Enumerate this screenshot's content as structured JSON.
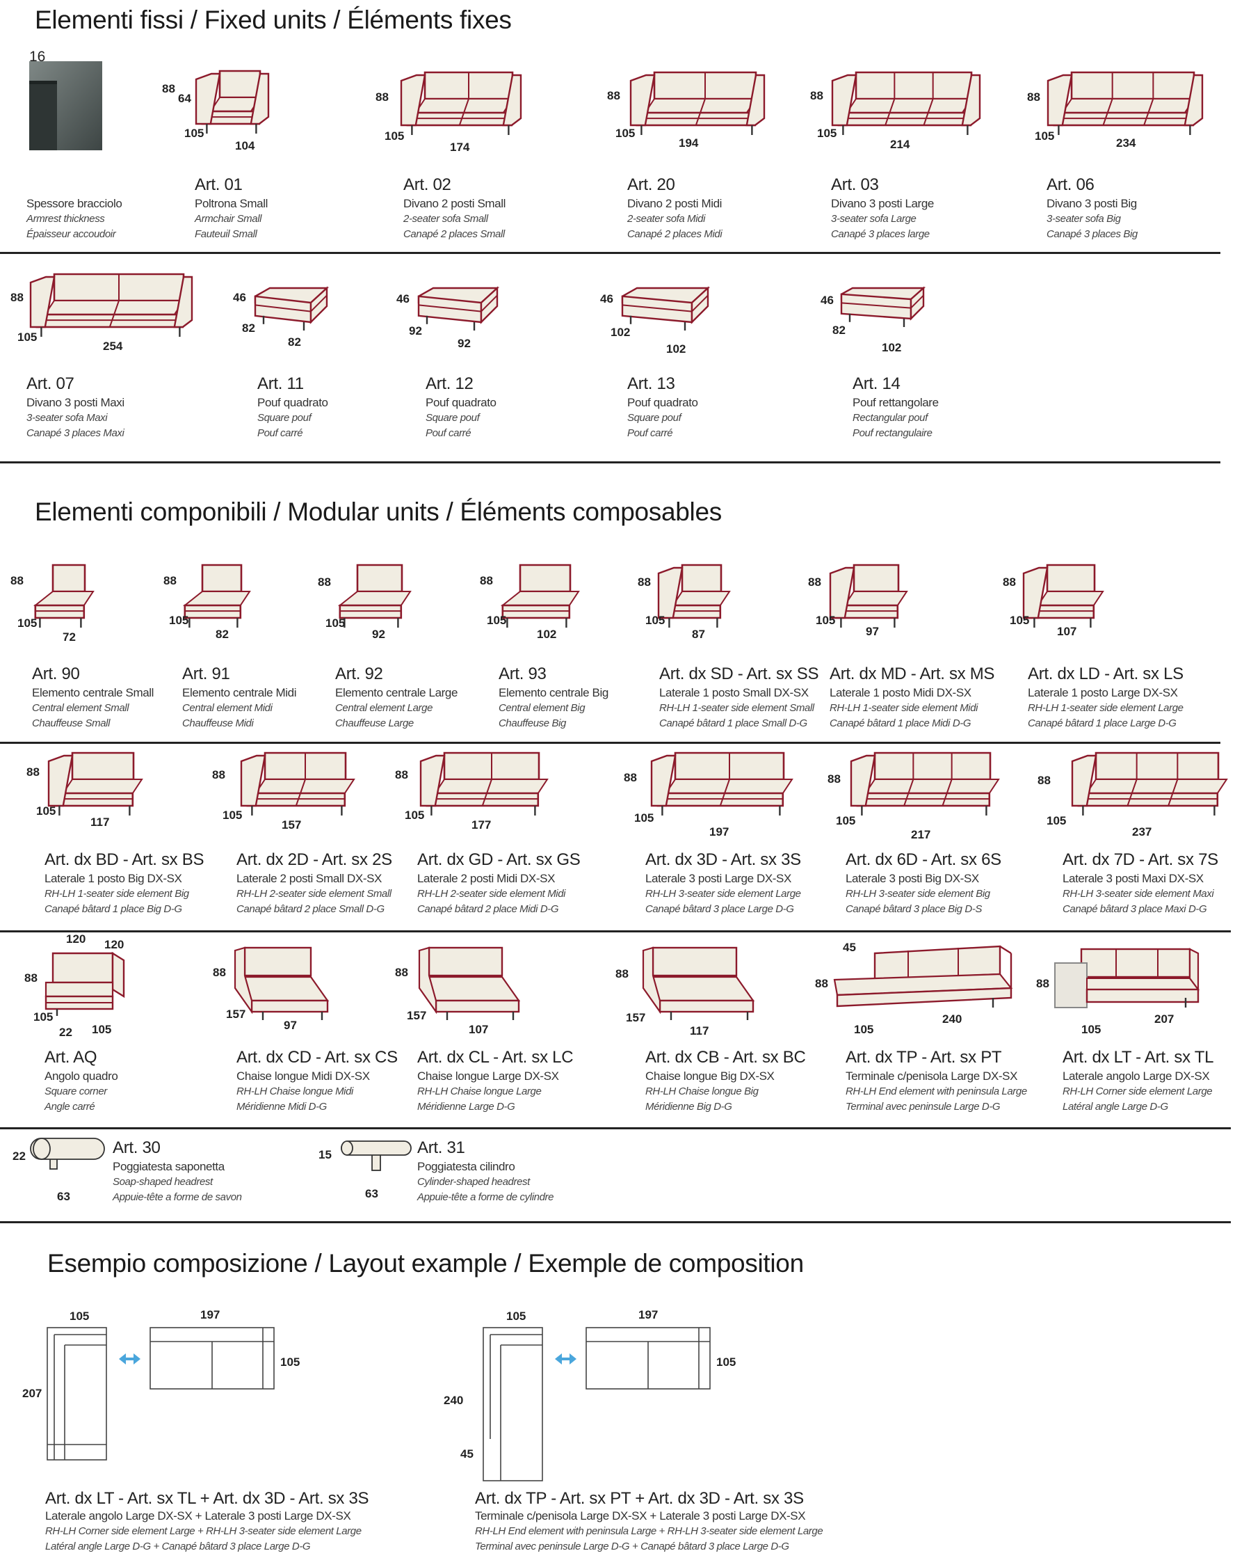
{
  "sections": {
    "fixed_title": "Elementi fissi / Fixed units / Éléments fixes",
    "modular_title": "Elementi componibili / Modular units / Éléments composables",
    "layout_title": "Esempio composizione / Layout example / Exemple de composition"
  },
  "armrest": {
    "dim": "16",
    "it": "Spessore bracciolo",
    "en": "Armrest thickness",
    "fr": "Épaisseur accoudoir"
  },
  "fixed_row1": [
    {
      "art": "Art. 01",
      "it": "Poltrona Small",
      "en": "Armchair Small",
      "fr": "Fauteuil Small",
      "h": "88",
      "h2": "64",
      "d": "105",
      "w": "104"
    },
    {
      "art": "Art. 02",
      "it": "Divano 2 posti Small",
      "en": "2-seater sofa Small",
      "fr": "Canapé 2 places Small",
      "h": "88",
      "d": "105",
      "w": "174"
    },
    {
      "art": "Art. 20",
      "it": "Divano 2 posti Midi",
      "en": "2-seater sofa Midi",
      "fr": "Canapé 2 places Midi",
      "h": "88",
      "d": "105",
      "w": "194"
    },
    {
      "art": "Art. 03",
      "it": "Divano 3 posti Large",
      "en": "3-seater sofa Large",
      "fr": "Canapé 3 places large",
      "h": "88",
      "d": "105",
      "w": "214"
    },
    {
      "art": "Art. 06",
      "it": "Divano 3 posti Big",
      "en": "3-seater sofa Big",
      "fr": "Canapé 3 places Big",
      "h": "88",
      "d": "105",
      "w": "234"
    }
  ],
  "fixed_row2": [
    {
      "art": "Art. 07",
      "it": "Divano 3 posti Maxi",
      "en": "3-seater sofa Maxi",
      "fr": "Canapé 3 places Maxi",
      "h": "88",
      "d": "105",
      "w": "254"
    },
    {
      "art": "Art. 11",
      "it": "Pouf quadrato",
      "en": "Square pouf",
      "fr": "Pouf carré",
      "h": "46",
      "d": "82",
      "w": "82"
    },
    {
      "art": "Art. 12",
      "it": "Pouf quadrato",
      "en": "Square pouf",
      "fr": "Pouf carré",
      "h": "46",
      "d": "92",
      "w": "92"
    },
    {
      "art": "Art. 13",
      "it": "Pouf quadrato",
      "en": "Square pouf",
      "fr": "Pouf carré",
      "h": "46",
      "d": "102",
      "w": "102"
    },
    {
      "art": "Art. 14",
      "it": "Pouf rettangolare",
      "en": "Rectangular pouf",
      "fr": "Pouf rectangulaire",
      "h": "46",
      "d": "82",
      "w": "102"
    }
  ],
  "mod_row1": [
    {
      "art": "Art. 90",
      "it": "Elemento centrale Small",
      "en": "Central element Small",
      "fr": "Chauffeuse Small",
      "h": "88",
      "d": "105",
      "w": "72"
    },
    {
      "art": "Art. 91",
      "it": "Elemento centrale Midi",
      "en": "Central element Midi",
      "fr": "Chauffeuse Midi",
      "h": "88",
      "d": "105",
      "w": "82"
    },
    {
      "art": "Art. 92",
      "it": "Elemento centrale Large",
      "en": "Central element Large",
      "fr": "Chauffeuse Large",
      "h": "88",
      "d": "105",
      "w": "92"
    },
    {
      "art": "Art. 93",
      "it": "Elemento centrale Big",
      "en": "Central element Big",
      "fr": "Chauffeuse Big",
      "h": "88",
      "d": "105",
      "w": "102"
    },
    {
      "art": "Art. dx SD - Art. sx SS",
      "it": "Laterale 1 posto Small DX-SX",
      "en": "RH-LH 1-seater side element Small",
      "fr": "Canapé bâtard 1 place Small D-G",
      "h": "88",
      "d": "105",
      "w": "87"
    },
    {
      "art": "Art. dx MD - Art. sx MS",
      "it": "Laterale 1 posto Midi DX-SX",
      "en": "RH-LH 1-seater side element Midi",
      "fr": "Canapé bâtard 1 place Midi D-G",
      "h": "88",
      "d": "105",
      "w": "97"
    },
    {
      "art": "Art. dx LD - Art. sx LS",
      "it": "Laterale 1 posto Large DX-SX",
      "en": "RH-LH 1-seater side element Large",
      "fr": "Canapé bâtard 1 place Large D-G",
      "h": "88",
      "d": "105",
      "w": "107"
    }
  ],
  "mod_row2": [
    {
      "art": "Art. dx BD - Art. sx BS",
      "it": "Laterale 1 posto Big DX-SX",
      "en": "RH-LH 1-seater side element Big",
      "fr": "Canapé bâtard 1 place Big D-G",
      "h": "88",
      "d": "105",
      "w": "117"
    },
    {
      "art": "Art. dx 2D - Art. sx 2S",
      "it": "Laterale 2 posti Small DX-SX",
      "en": "RH-LH 2-seater side element Small",
      "fr": "Canapé bâtard 2 place Small D-G",
      "h": "88",
      "d": "105",
      "w": "157"
    },
    {
      "art": "Art. dx GD - Art. sx GS",
      "it": "Laterale 2 posti Midi DX-SX",
      "en": "RH-LH 2-seater side element Midi",
      "fr": "Canapé bâtard 2 place Midi D-G",
      "h": "88",
      "d": "105",
      "w": "177"
    },
    {
      "art": "Art. dx 3D - Art. sx 3S",
      "it": "Laterale 3 posti Large DX-SX",
      "en": "RH-LH 3-seater side element Large",
      "fr": "Canapé bâtard 3 place Large D-G",
      "h": "88",
      "d": "105",
      "w": "197"
    },
    {
      "art": "Art. dx 6D - Art. sx 6S",
      "it": "Laterale 3 posti Big DX-SX",
      "en": "RH-LH 3-seater side element Big",
      "fr": "Canapé bâtard 3 place Big D-S",
      "h": "88",
      "d": "105",
      "w": "217"
    },
    {
      "art": "Art. dx 7D - Art. sx 7S",
      "it": "Laterale 3 posti Maxi DX-SX",
      "en": "RH-LH 3-seater side element Maxi",
      "fr": "Canapé bâtard 3 place Maxi D-G",
      "h": "88",
      "d": "105",
      "w": "237"
    }
  ],
  "mod_row3": [
    {
      "art": "Art. AQ",
      "it": "Angolo quadro",
      "en": "Square corner",
      "fr": "Angle carré",
      "h": "88",
      "d": "105",
      "w": "105",
      "w2": "120",
      "w3": "120",
      "w4": "22"
    },
    {
      "art": "Art. dx CD - Art. sx CS",
      "it": "Chaise longue Midi DX-SX",
      "en": "RH-LH Chaise longue Midi",
      "fr": "Méridienne Midi D-G",
      "h": "88",
      "d": "157",
      "w": "97"
    },
    {
      "art": "Art. dx CL - Art. sx LC",
      "it": "Chaise longue Large DX-SX",
      "en": "RH-LH Chaise longue Large",
      "fr": "Méridienne Large D-G",
      "h": "88",
      "d": "157",
      "w": "107"
    },
    {
      "art": "Art. dx CB - Art. sx BC",
      "it": "Chaise longue Big DX-SX",
      "en": "RH-LH Chaise longue Big",
      "fr": "Méridienne Big D-G",
      "h": "88",
      "d": "157",
      "w": "117"
    },
    {
      "art": "Art. dx TP - Art. sx PT",
      "it": "Terminale c/penisola Large DX-SX",
      "en": "RH-LH End element with peninsula Large",
      "fr": "Terminal avec peninsule Large D-G",
      "h": "88",
      "d": "105",
      "w": "240",
      "w2": "45"
    },
    {
      "art": "Art. dx LT - Art. sx TL",
      "it": "Laterale angolo Large DX-SX",
      "en": "RH-LH Corner side element Large",
      "fr": "Latéral angle Large D-G",
      "h": "88",
      "d": "105",
      "w": "207"
    }
  ],
  "headrests": [
    {
      "art": "Art. 30",
      "it": "Poggiatesta saponetta",
      "en": "Soap-shaped headrest",
      "fr": "Appuie-tête a forme de savon",
      "h": "22",
      "w": "63"
    },
    {
      "art": "Art. 31",
      "it": "Poggiatesta cilindro",
      "en": "Cylinder-shaped headrest",
      "fr": "Appuie-tête a forme de cylindre",
      "h": "15",
      "w": "63"
    }
  ],
  "layouts": [
    {
      "d1": "105",
      "d2": "197",
      "d3": "105",
      "d4": "207",
      "art": "Art. dx LT - Art. sx TL + Art. dx 3D - Art. sx 3S",
      "it": "Laterale angolo Large DX-SX + Laterale 3 posti Large DX-SX",
      "en": "RH-LH Corner side element Large + RH-LH 3-seater side element Large",
      "fr": "Latéral angle Large D-G + Canapé bâtard 3 place Large D-G"
    },
    {
      "d1": "105",
      "d2": "197",
      "d3": "105",
      "d4": "240",
      "d5": "45",
      "art": "Art. dx TP - Art. sx PT + Art. dx 3D - Art. sx 3S",
      "it": "Terminale c/penisola Large DX-SX + Laterale 3 posti Large DX-SX",
      "en": "RH-LH End element with peninsula Large + RH-LH 3-seater side element Large",
      "fr": "Terminal avec peninsule Large D-G + Canapé bâtard 3 place Large D-G"
    }
  ],
  "colors": {
    "frame": "#8c1a2b",
    "fabric": "#f1ede2",
    "line": "#333333",
    "arrow": "#4aa6dc"
  }
}
